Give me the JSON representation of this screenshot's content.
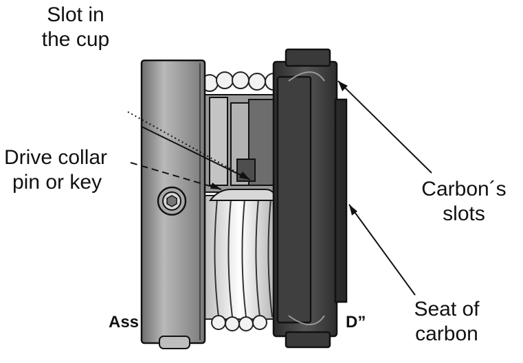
{
  "labels": {
    "slot_in_cup": [
      "Slot in",
      "the cup"
    ],
    "drive_collar": [
      "Drive collar",
      "pin or key"
    ],
    "carbon_slots": [
      "Carbon´s",
      "slots"
    ],
    "seat_of_carbon": [
      "Seat of",
      "carbon"
    ],
    "obscured_left": "Ass",
    "obscured_right": "D”"
  },
  "colors": {
    "line": "#111111",
    "dark_metal": "#3c3c3c",
    "mid_metal": "#8a8a8a",
    "light_metal": "#c8c8c8",
    "spring": "#efefef"
  },
  "icons": {
    "set_screw": "hex-socket-screw-icon"
  }
}
